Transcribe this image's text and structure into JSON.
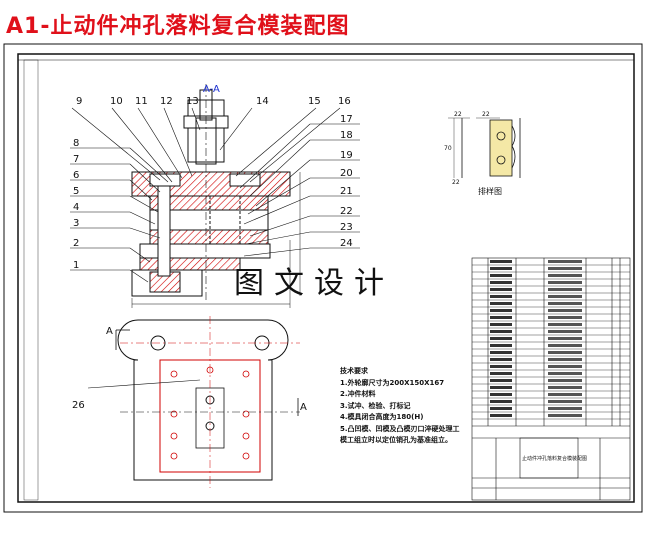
{
  "title": "A1-止动件冲孔落料复合模装配图",
  "section_label": "A-A",
  "part_numbers_left": [
    "8",
    "7",
    "6",
    "5",
    "4",
    "3",
    "2",
    "1"
  ],
  "part_numbers_top": [
    "9",
    "10",
    "11",
    "12",
    "13",
    "14",
    "15",
    "16"
  ],
  "part_numbers_right": [
    "17",
    "18",
    "19",
    "20",
    "21",
    "22",
    "23",
    "24"
  ],
  "part_number_bottom": "26",
  "view_marks": {
    "left": "A",
    "right": "A"
  },
  "layout_caption": "排样图",
  "watermark": "图文设计",
  "notes": {
    "heading": "技术要求",
    "items": [
      "1.外轮廓尺寸为200X150X167",
      "2.冲件材料",
      "3.试冲、检验、打标记",
      "4.模具闭合高度为180(H)",
      "5.凸凹模、凹模及凸模刃口淬硬处理工",
      "模工组立时以定位销孔为基准组立。"
    ]
  },
  "title_block": "止动件冲孔落料复合模装配图",
  "colors": {
    "title": "#e0101a",
    "section": "#1a2fd0",
    "hatch": "#d00000",
    "line": "#111111"
  }
}
